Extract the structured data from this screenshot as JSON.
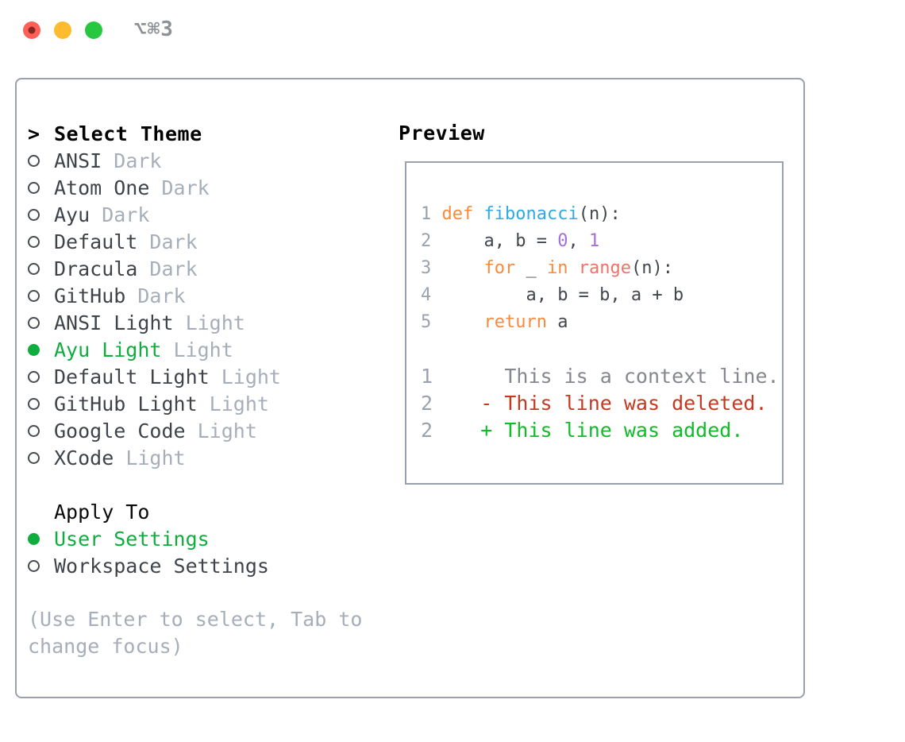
{
  "window": {
    "shortcut": "⌥⌘3"
  },
  "colors": {
    "accent_green": "#0FAC3E",
    "keyword_orange": "#F98A3C",
    "function_blue": "#2FA9E4",
    "number_purple": "#A46FD6",
    "builtin_coral": "#F4706B",
    "code_text": "#42474E",
    "line_number": "#9AA2AE",
    "context_gray": "#84888E",
    "diff_red": "#C43A20",
    "diff_green": "#12BB2A",
    "muted_tag": "#A6AEB9",
    "text_dark": "#3F444A",
    "border_gray": "#98A1AD",
    "traffic_red": "#FE5F57",
    "traffic_yellow": "#FEBB2E",
    "traffic_green": "#27C73F"
  },
  "theme_panel": {
    "header_prompt": ">",
    "header": "Select Theme",
    "themes": [
      {
        "name": "ANSI",
        "tag": "Dark",
        "selected": false
      },
      {
        "name": "Atom One",
        "tag": "Dark",
        "selected": false
      },
      {
        "name": "Ayu",
        "tag": "Dark",
        "selected": false
      },
      {
        "name": "Default",
        "tag": "Dark",
        "selected": false
      },
      {
        "name": "Dracula",
        "tag": "Dark",
        "selected": false
      },
      {
        "name": "GitHub",
        "tag": "Dark",
        "selected": false
      },
      {
        "name": "ANSI Light",
        "tag": "Light",
        "selected": false
      },
      {
        "name": "Ayu Light",
        "tag": "Light",
        "selected": true
      },
      {
        "name": "Default Light",
        "tag": "Light",
        "selected": false
      },
      {
        "name": "GitHub Light",
        "tag": "Light",
        "selected": false
      },
      {
        "name": "Google Code",
        "tag": "Light",
        "selected": false
      },
      {
        "name": "XCode",
        "tag": "Light",
        "selected": false
      }
    ],
    "apply_header": "Apply To",
    "apply_options": [
      {
        "name": "User Settings",
        "selected": true
      },
      {
        "name": "Workspace Settings",
        "selected": false
      }
    ],
    "help_lines": [
      "(Use Enter to select, Tab to",
      "change focus)"
    ]
  },
  "preview": {
    "title": "Preview",
    "code_lines": [
      {
        "type": "py",
        "num": "1",
        "segments": [
          {
            "t": "def ",
            "c": "kw"
          },
          {
            "t": "fibonacci",
            "c": "fn"
          },
          {
            "t": "(n):",
            "c": "plain"
          }
        ]
      },
      {
        "type": "py",
        "num": "2",
        "segments": [
          {
            "t": "    a, b = ",
            "c": "plain"
          },
          {
            "t": "0",
            "c": "num"
          },
          {
            "t": ", ",
            "c": "plain"
          },
          {
            "t": "1",
            "c": "num"
          }
        ]
      },
      {
        "type": "py",
        "num": "3",
        "segments": [
          {
            "t": "    ",
            "c": "plain"
          },
          {
            "t": "for",
            "c": "kw"
          },
          {
            "t": " _ ",
            "c": "plain"
          },
          {
            "t": "in",
            "c": "kw"
          },
          {
            "t": " ",
            "c": "plain"
          },
          {
            "t": "range",
            "c": "call"
          },
          {
            "t": "(n):",
            "c": "plain"
          }
        ]
      },
      {
        "type": "py",
        "num": "4",
        "segments": [
          {
            "t": "        a, b = b, a + b",
            "c": "plain"
          }
        ]
      },
      {
        "type": "py",
        "num": "5",
        "segments": [
          {
            "t": "    ",
            "c": "plain"
          },
          {
            "t": "return",
            "c": "kw"
          },
          {
            "t": " a",
            "c": "plain"
          }
        ]
      },
      {
        "type": "blank"
      },
      {
        "type": "diff",
        "num": "1",
        "segments": [
          {
            "t": "     This is a context line.",
            "c": "ctx"
          }
        ]
      },
      {
        "type": "diff",
        "num": "2",
        "segments": [
          {
            "t": "   - This line was deleted.",
            "c": "del"
          }
        ]
      },
      {
        "type": "diff",
        "num": "2",
        "segments": [
          {
            "t": "   + This line was added.",
            "c": "add"
          }
        ]
      }
    ]
  }
}
